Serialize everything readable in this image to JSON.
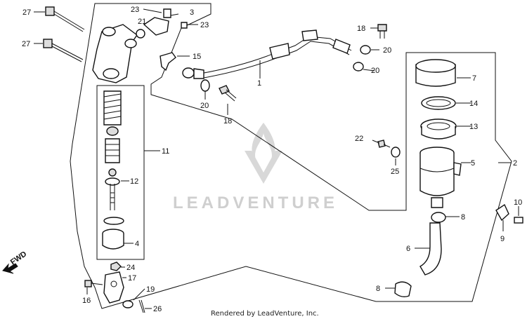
{
  "diagram": {
    "labels": {
      "p1": "1",
      "p2": "2",
      "p3": "3",
      "p4": "4",
      "p5": "5",
      "p6": "6",
      "p7": "7",
      "p8a": "8",
      "p8b": "8",
      "p9": "9",
      "p10": "10",
      "p11": "11",
      "p12": "12",
      "p13": "13",
      "p14": "14",
      "p15": "15",
      "p16": "16",
      "p17": "17",
      "p18a": "18",
      "p18b": "18",
      "p19": "19",
      "p20a": "20",
      "p20b": "20",
      "p20c": "20",
      "p21": "21",
      "p22": "22",
      "p23a": "23",
      "p23b": "23",
      "p24": "24",
      "p25": "25",
      "p26": "26",
      "p27a": "27",
      "p27b": "27"
    },
    "fwd_label": "FWD",
    "watermark": "LEADVENTURE",
    "footer": "Rendered by LeadVenture, Inc."
  }
}
